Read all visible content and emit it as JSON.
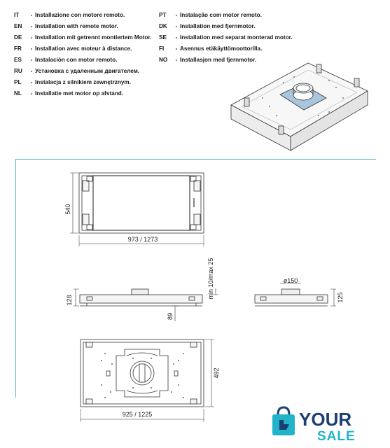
{
  "languages_left": [
    {
      "code": "IT",
      "text": "Installazione con motore remoto."
    },
    {
      "code": "EN",
      "text": "Installation with remote motor."
    },
    {
      "code": "DE",
      "text": "Installation mit getrennt montiertem Motor."
    },
    {
      "code": "FR",
      "text": "Installation avec moteur à distance."
    },
    {
      "code": "ES",
      "text": "Instalación con motor remoto."
    },
    {
      "code": "RU",
      "text": "Установка с удаленным двигателем."
    },
    {
      "code": "PL",
      "text": "Instalacja z silnikiem zewnętrznym."
    },
    {
      "code": "NL",
      "text": "Installatie met motor op afstand."
    }
  ],
  "languages_right": [
    {
      "code": "PT",
      "text": "Instalação com motor remoto."
    },
    {
      "code": "DK",
      "text": "Installation med fjernmotor."
    },
    {
      "code": "SE",
      "text": "Installation med separat monterad motor."
    },
    {
      "code": "FI",
      "text": "Asennus etäkäyttömoottorilla."
    },
    {
      "code": "NO",
      "text": "Installasjon med fjernmotor."
    }
  ],
  "dash": "-",
  "dimensions": {
    "top_height": "540",
    "top_width": "973 / 1273",
    "side_height": "128",
    "side_drop": "89",
    "min_max": "min 10/max 25",
    "front_diameter": "ø150",
    "front_height": "125",
    "bottom_depth": "492",
    "bottom_width": "925 / 1225"
  },
  "logo": {
    "word1": "YOUR",
    "word2": "SALE",
    "color_dark": "#1b3e73",
    "color_teal": "#20b3c9"
  },
  "colors": {
    "accent_line": "#5fb7c3",
    "plate": "#a9c6dc"
  }
}
